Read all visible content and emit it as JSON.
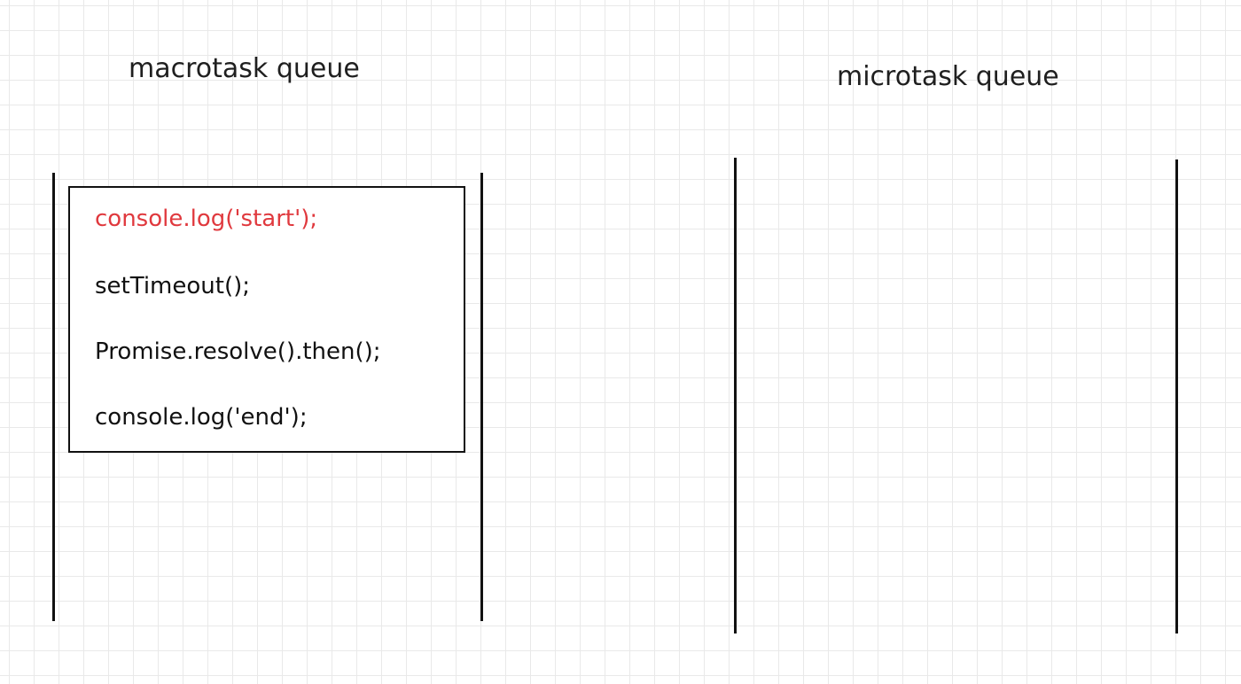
{
  "macrotask_queue": {
    "title": "macrotask queue",
    "tasks": [
      {
        "text": "console.log('start');",
        "state": "active",
        "color": "#e0393e"
      },
      {
        "text": "setTimeout();",
        "state": "pending",
        "color": "#111111"
      },
      {
        "text": "Promise.resolve().then();",
        "state": "pending",
        "color": "#111111"
      },
      {
        "text": "console.log('end');",
        "state": "pending",
        "color": "#111111"
      }
    ]
  },
  "microtask_queue": {
    "title": "microtask queue",
    "tasks": []
  }
}
